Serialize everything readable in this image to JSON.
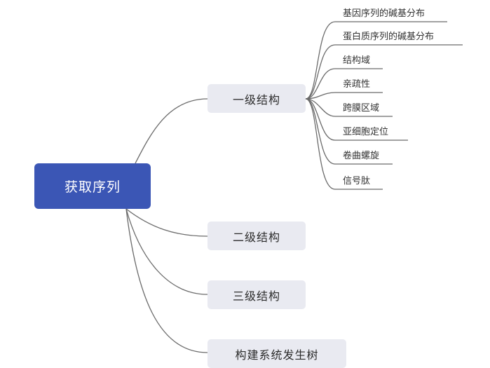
{
  "root": {
    "label": "获取序列"
  },
  "branches": [
    {
      "label": "一级结构"
    },
    {
      "label": "二级结构"
    },
    {
      "label": "三级结构"
    },
    {
      "label": "构建系统发生树"
    }
  ],
  "leaves": [
    "基因序列的碱基分布",
    "蛋白质序列的碱基分布",
    "结构域",
    "亲疏性",
    "跨膜区域",
    "亚细胞定位",
    "卷曲螺旋",
    "信号肽"
  ],
  "colors": {
    "root_fill": "#3b56b5",
    "branch_fill": "#e9eaf1",
    "connector": "#6b6b6b"
  }
}
